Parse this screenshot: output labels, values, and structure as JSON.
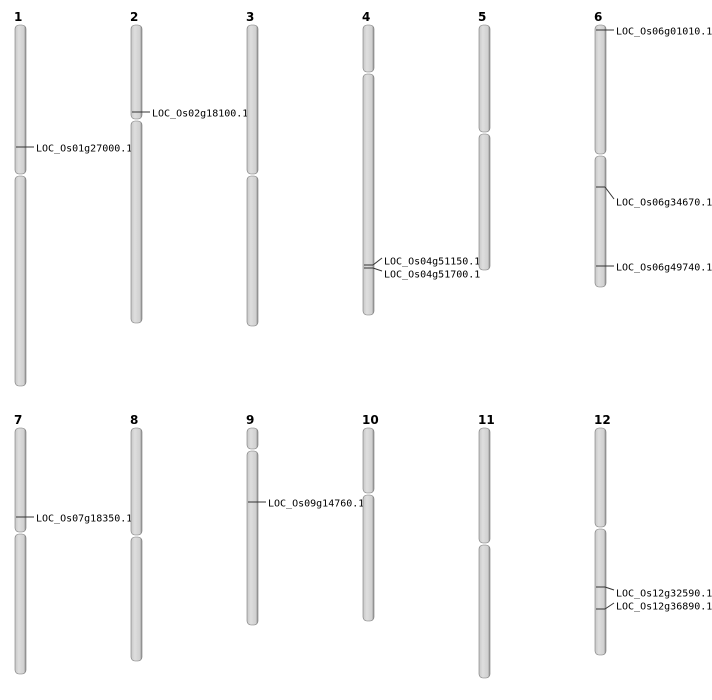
{
  "chromosomes": [
    {
      "label": "1",
      "genes": [
        "LOC_Os01g27000.1"
      ]
    },
    {
      "label": "2",
      "genes": [
        "LOC_Os02g18100.1"
      ]
    },
    {
      "label": "3",
      "genes": []
    },
    {
      "label": "4",
      "genes": [
        "LOC_Os04g51150.1",
        "LOC_Os04g51700.1"
      ]
    },
    {
      "label": "5",
      "genes": []
    },
    {
      "label": "6",
      "genes": [
        "LOC_Os06g01010.1",
        "LOC_Os06g34670.1",
        "LOC_Os06g49740.1"
      ]
    },
    {
      "label": "7",
      "genes": [
        "LOC_Os07g18350.1"
      ]
    },
    {
      "label": "8",
      "genes": []
    },
    {
      "label": "9",
      "genes": [
        "LOC_Os09g14760.1"
      ]
    },
    {
      "label": "10",
      "genes": []
    },
    {
      "label": "11",
      "genes": []
    },
    {
      "label": "12",
      "genes": [
        "LOC_Os12g32590.1",
        "LOC_Os12g36890.1"
      ]
    }
  ],
  "colors": {
    "chromosome": "#d4d4d4",
    "edge": "#777777",
    "marker": "#000000"
  }
}
